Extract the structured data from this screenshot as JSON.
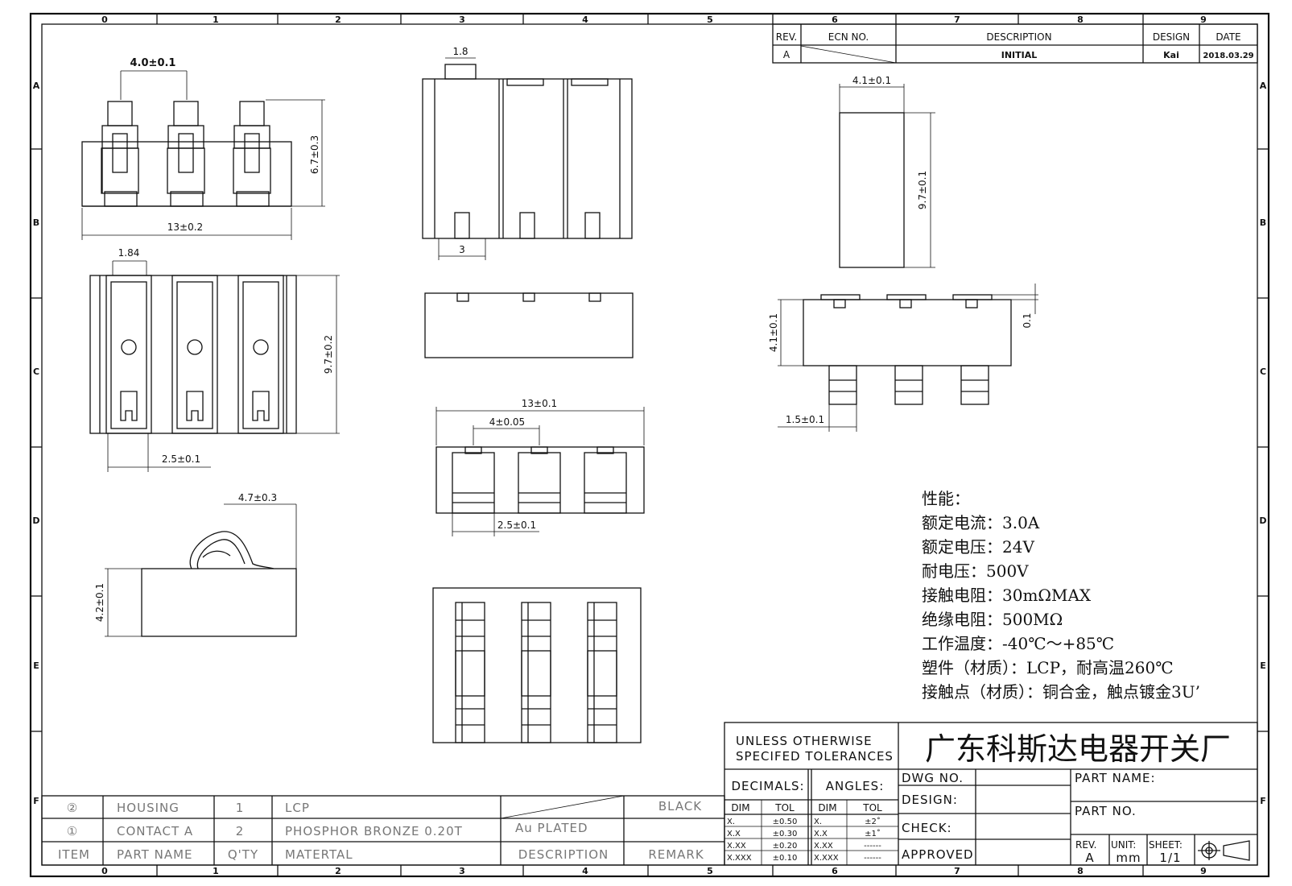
{
  "zones": {
    "columns": [
      "0",
      "1",
      "2",
      "3",
      "4",
      "5",
      "6",
      "7",
      "8",
      "9"
    ],
    "rows": [
      "A",
      "B",
      "C",
      "D",
      "E",
      "F"
    ]
  },
  "revision_block": {
    "headers": {
      "rev": "REV.",
      "ecn": "ECN NO.",
      "description": "DESCRIPTION",
      "design": "DESIGN",
      "date": "DATE"
    },
    "row": {
      "rev": "A",
      "description": "INITIAL",
      "design": "Kai",
      "date": "2018.03.29"
    }
  },
  "dimensions": {
    "pitch_top": "4.0±0.1",
    "height_67": "6.7±0.3",
    "width_13_02": "13±0.2",
    "slot_18": "1.8",
    "slot_3": "3",
    "width_184": "1.84",
    "length_97_02": "9.7±0.2",
    "pitch_25_a": "2.5±0.1",
    "width_41": "4.1±0.1",
    "length_97_01": "9.7±0.1",
    "height_41": "4.1±0.1",
    "offset_01": "0.1",
    "offset_15": "1.5±0.1",
    "width_13_01": "13±0.1",
    "pitch_4_005": "4±0.05",
    "pitch_25_b": "2.5±0.1",
    "spring_47": "4.7±0.3",
    "height_42": "4.2±0.1"
  },
  "specs": {
    "title": "性能：",
    "lines": [
      "额定电流：3.0A",
      "额定电压：24V",
      "耐电压：500V",
      "接触电阻：30mΩMAX",
      "绝缘电阻：500MΩ",
      "工作温度：-40℃～+85℃",
      "塑件（材质）：LCP，耐高温260℃",
      "接触点（材质）：铜合金，触点镀金3U’"
    ]
  },
  "bom": {
    "rows": [
      {
        "item": "②",
        "name": "HOUSING",
        "qty": "1",
        "material": "LCP",
        "description": "",
        "remark": "BLACK"
      },
      {
        "item": "①",
        "name": "CONTACT A",
        "qty": "2",
        "material": "PHOSPHOR BRONZE 0.20T",
        "description": "Au PLATED",
        "remark": ""
      }
    ],
    "header": {
      "item": "ITEM",
      "name": "PART NAME",
      "qty": "Q'TY",
      "material": "MATERTAL",
      "description": "DESCRIPTION",
      "remark": "REMARK"
    }
  },
  "title_block": {
    "tolerance_note_1": "UNLESS OTHERWISE",
    "tolerance_note_2": "SPECIFED TOLERANCES",
    "company": "广东科斯达电器开关厂",
    "decimals": "DECIMALS:",
    "angles": "ANGLES:",
    "dim": "DIM",
    "tol": "TOL",
    "decimal_rows": [
      {
        "dim": "X.",
        "tol": "±0.50"
      },
      {
        "dim": "X.X",
        "tol": "±0.30"
      },
      {
        "dim": "X.XX",
        "tol": "±0.20"
      },
      {
        "dim": "X.XXX",
        "tol": "±0.10"
      }
    ],
    "angle_rows": [
      {
        "dim": "X.",
        "tol": "±2˚"
      },
      {
        "dim": "X.X",
        "tol": "±1˚"
      },
      {
        "dim": "X.XX",
        "tol": "------"
      },
      {
        "dim": "X.XXX",
        "tol": "------"
      }
    ],
    "dwg_no": "DWG NO.",
    "design": "DESIGN:",
    "check": "CHECK:",
    "approved": "APPROVED",
    "part_name": "PART NAME:",
    "part_no": "PART NO.",
    "rev_label": "REV.",
    "rev_value": "A",
    "unit_label": "UNIT:",
    "unit_value": "mm",
    "sheet_label": "SHEET:",
    "sheet_value": "1/1"
  }
}
